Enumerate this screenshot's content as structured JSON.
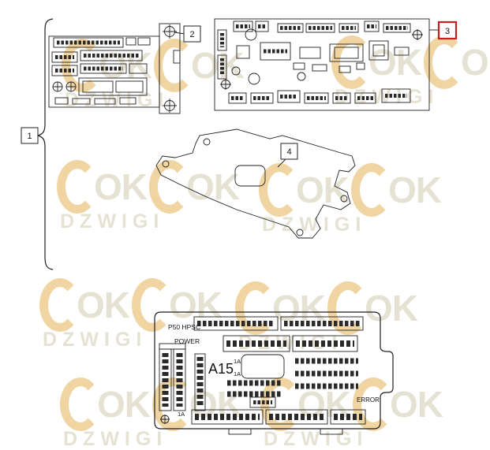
{
  "figure": {
    "callouts": [
      "1",
      "2",
      "3",
      "4"
    ]
  },
  "main_board": {
    "model": "P50 HPSC",
    "power_label": "POWER",
    "designator": "A15",
    "rating_sup": "1A",
    "rating_sub": "1A",
    "rating_left": "1A",
    "error_label": "ERROR"
  },
  "watermark": {
    "ok": "OK",
    "brand": "DZWIGI",
    "accent_color": "#e3aa45",
    "text_color": "#cdc6a8"
  },
  "colors": {
    "highlight_red": "#c42020",
    "line": "#1f1f1f"
  }
}
